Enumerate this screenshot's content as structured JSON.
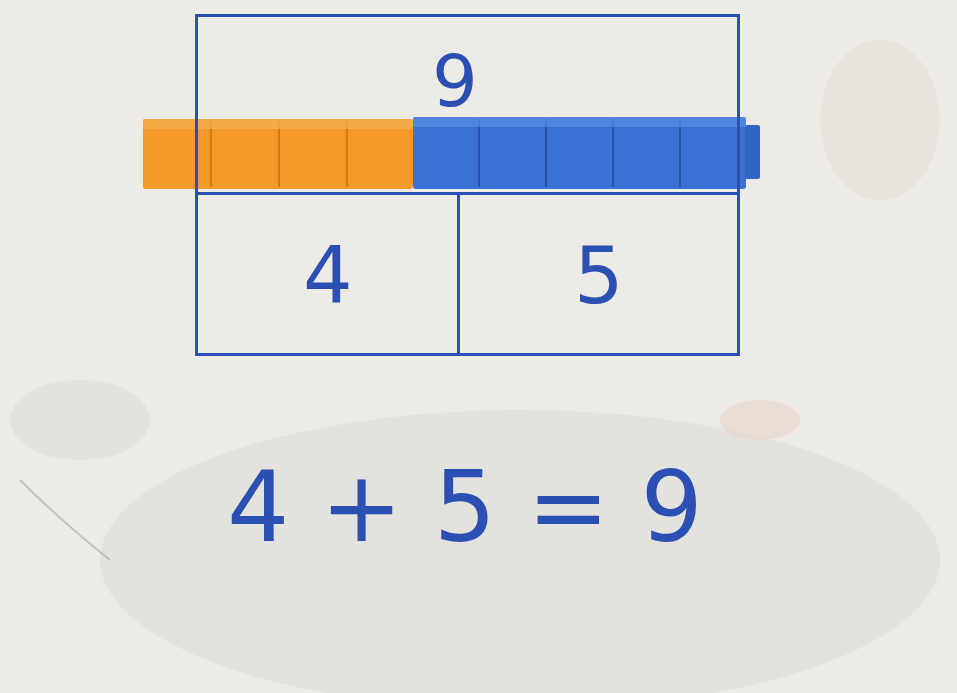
{
  "diagram": {
    "nodes": [
      {
        "text": [
          "9"
        ]
      },
      {
        "text": [
          "4"
        ],
        "in": 0
      },
      {
        "text": [
          "5"
        ],
        "in": 0
      }
    ],
    "labels": [
      "4 + 5 = 9"
    ]
  }
}
